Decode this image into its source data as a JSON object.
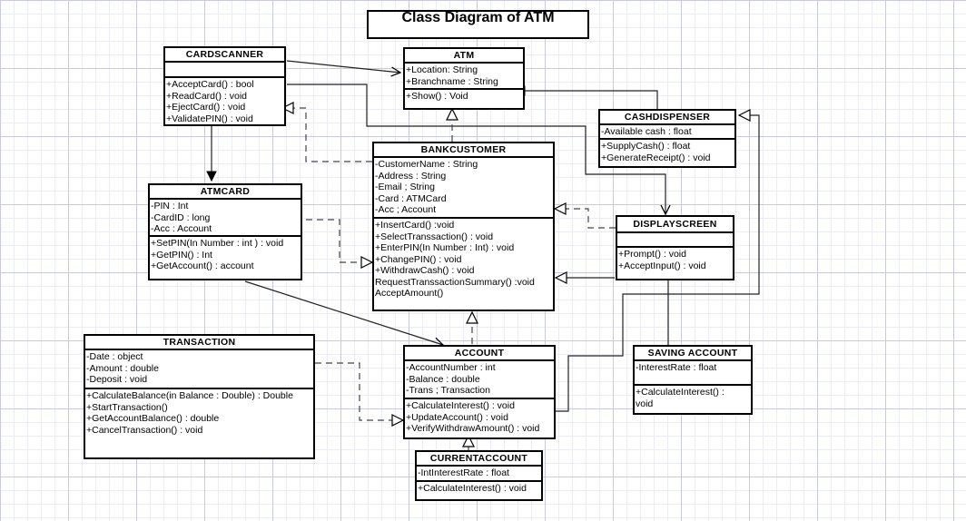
{
  "title": "Class Diagram of ATM",
  "classes": {
    "atm": {
      "name": "ATM",
      "attributes": [
        "+Location: String",
        "+Branchname : String"
      ],
      "methods": [
        "+Show() : Void"
      ]
    },
    "cardscanner": {
      "name": "CARDSCANNER",
      "attributes": [],
      "methods": [
        "+AcceptCard() : bool",
        "+ReadCard() : void",
        "+EjectCard() : void",
        "+ValidatePIN() : void"
      ]
    },
    "cashdispenser": {
      "name": "CASHDISPENSER",
      "attributes": [
        "-Available cash : float"
      ],
      "methods": [
        "+SupplyCash() : float",
        "+GenerateReceipt() : void"
      ]
    },
    "bankcustomer": {
      "name": "BANKCUSTOMER",
      "attributes": [
        "-CustomerName : String",
        "-Address : String",
        "-Email ; String",
        "-Card : ATMCard",
        "-Acc ; Account"
      ],
      "methods": [
        "+InsertCard() :void",
        "+SelectTranssaction() : void",
        "+EnterPIN(In Number : Int) : void",
        "+ChangePIN() : void",
        "+WithdrawCash() : void",
        "RequestTranssactionSummary() :void",
        "AcceptAmount()"
      ]
    },
    "atmcard": {
      "name": "ATMCARD",
      "attributes": [
        "-PIN : Int",
        "-CardID : long",
        "-Acc : Account"
      ],
      "methods": [
        "+SetPIN(In Number : int ) : void",
        "+GetPIN() : Int",
        "+GetAccount() : account"
      ]
    },
    "displayscreen": {
      "name": "DISPLAYSCREEN",
      "attributes": [],
      "methods": [
        "+Prompt() : void",
        "+AcceptInput() : void"
      ]
    },
    "transaction": {
      "name": "TRANSACTION",
      "attributes": [
        "-Date : object",
        "-Amount : double",
        "-Deposit : void"
      ],
      "methods": [
        "+CalculateBalance(in Balance : Double) : Double",
        "+StartTransaction()",
        "+GetAccountBalance() : double",
        "+CancelTransaction() : void"
      ]
    },
    "account": {
      "name": "ACCOUNT",
      "attributes": [
        "-AccountNumber : int",
        "-Balance : double",
        "-Trans ; Transaction"
      ],
      "methods": [
        "+CalculateInterest() : void",
        "+UpdateAccount() : void",
        "+VerifyWithdrawAmount() : void"
      ]
    },
    "saving_account": {
      "name": "SAVING ACCOUNT",
      "attributes": [
        "-InterestRate : float"
      ],
      "methods": [
        "+CalculateInterest() :",
        "void"
      ]
    },
    "currentaccount": {
      "name": "CURRENTACCOUNT",
      "attributes": [
        "-IntInterestRate : float"
      ],
      "methods": [
        "+CalculateInterest() : void"
      ]
    }
  }
}
